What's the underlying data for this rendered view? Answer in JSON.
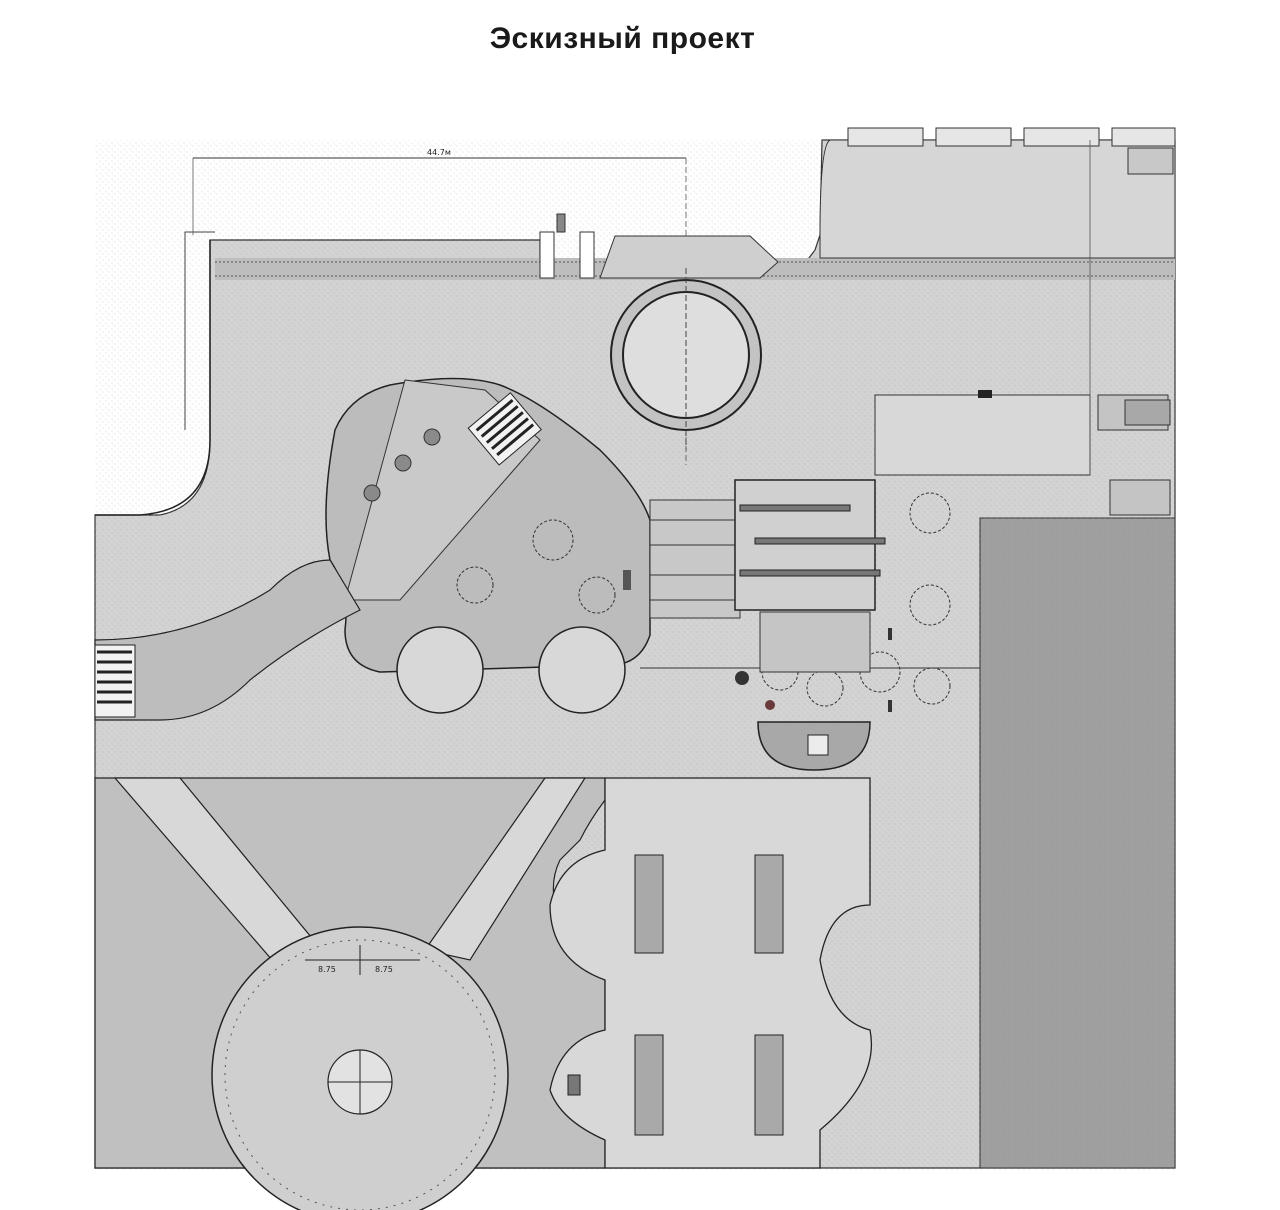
{
  "title": "Эскизный проект",
  "dimensions": {
    "top": "44.7м",
    "amphitheatre_left": "8.75",
    "amphitheatre_right": "8.75"
  },
  "colors": {
    "base_fill": "#d2d2d2",
    "light_fill": "#dcdcdc",
    "mid_fill": "#b8b8b8",
    "dark_fill": "#a3a3a3",
    "darker_fill": "#8f8f8f",
    "line": "#2a2a2a"
  }
}
